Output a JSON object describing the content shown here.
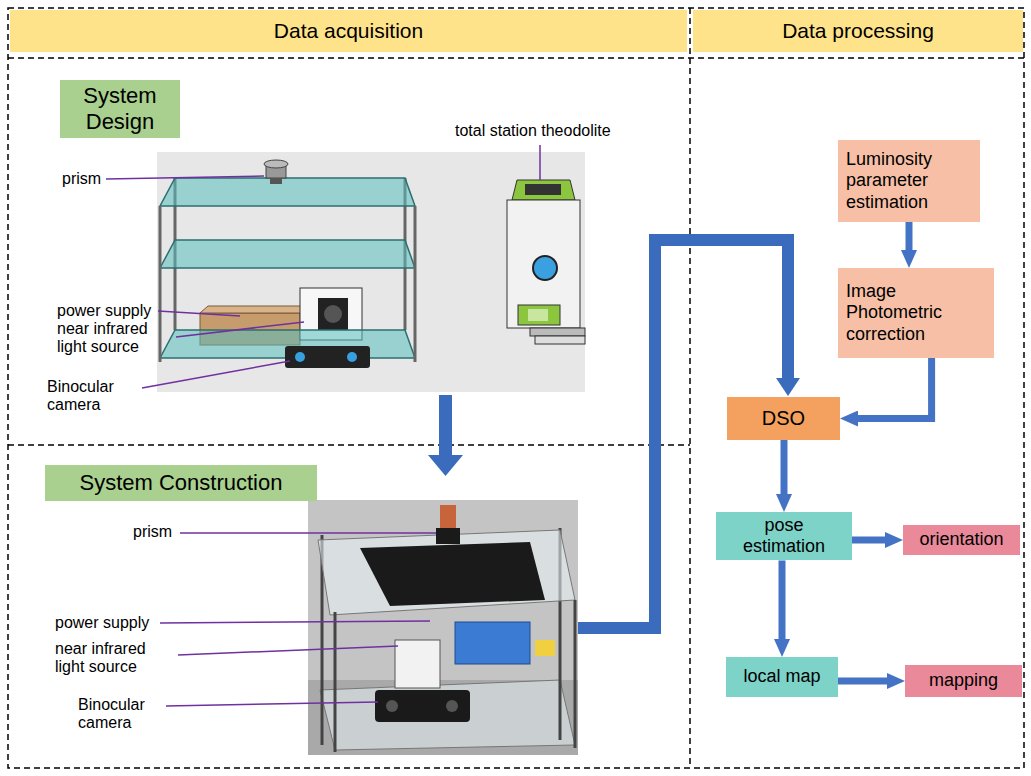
{
  "diagram": {
    "nodes": [
      {
        "text": [
          "Data acquisition"
        ]
      },
      {
        "text": [
          "Data processing"
        ]
      },
      {
        "text": [
          "System Design"
        ]
      },
      {
        "text": [
          "System Construction"
        ]
      },
      {
        "text": [
          "Luminosity parameter estimation"
        ]
      },
      {
        "text": [
          "Image Photometric correction"
        ]
      },
      {
        "text": [
          "DSO"
        ]
      },
      {
        "text": [
          "pose estimation"
        ]
      },
      {
        "text": [
          "orientation"
        ]
      },
      {
        "text": [
          "local map"
        ]
      },
      {
        "text": [
          "mapping"
        ]
      }
    ],
    "edges": [
      {
        "from": 4,
        "to": 5,
        "arrow": "to"
      },
      {
        "from": 5,
        "to": 6,
        "arrow": "to"
      },
      {
        "from": 6,
        "to": 7,
        "arrow": "to"
      },
      {
        "from": 7,
        "to": 8,
        "arrow": "to"
      },
      {
        "from": 7,
        "to": 9,
        "arrow": "to"
      },
      {
        "from": 9,
        "to": 10,
        "arrow": "to"
      }
    ],
    "labels": [
      "prism",
      "power supply",
      "near infrared light source",
      "Binocular camera",
      "total station theodolite",
      "prism",
      "power supply",
      "near infrared light source",
      "Binocular camera"
    ]
  }
}
